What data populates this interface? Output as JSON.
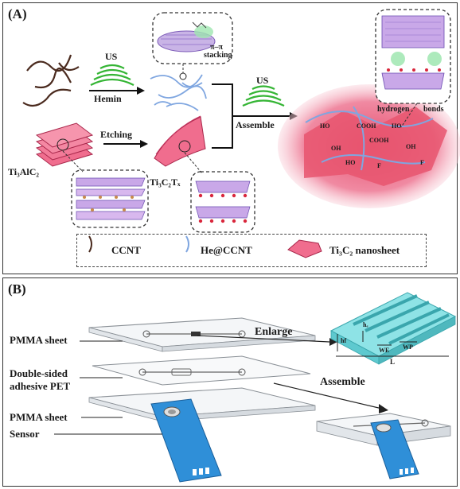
{
  "panelA": {
    "label": "(A)",
    "us_top": "US",
    "hemin": "Hemin",
    "pi_stacking_line1": "π–π",
    "pi_stacking_line2": "stacking",
    "etching": "Etching",
    "ti3alc2": "Ti₃AlC₂",
    "ti3c2tx": "Ti₃C₂Tₓ",
    "us_assemble": "US",
    "assemble": "Assemble",
    "hydrogen": "hydrogen",
    "bonds": "bonds",
    "legend": {
      "ccnt": "CCNT",
      "heccnt": "He@CCNT",
      "ti3c2": "Ti₃C₂ nanosheet"
    },
    "groups": [
      "HO",
      "OH",
      "COOH",
      "HO",
      "F",
      "HO",
      "OH",
      "COOH",
      "F"
    ],
    "colors": {
      "ccnt": "#4a2a1e",
      "heccnt": "#7fa6e0",
      "mxene": "#e0476b",
      "us": "#35b535"
    }
  },
  "panelB": {
    "label": "(B)",
    "pmma_top": "PMMA sheet",
    "dsa_line1": "Double-sided",
    "dsa_line2": "adhesive PET",
    "pmma_bottom": "PMMA sheet",
    "sensor": "Sensor",
    "enlarge": "Enlarge",
    "assemble": "Assemble",
    "dims": {
      "he": "hₑ",
      "hf": "hf",
      "we": "WE",
      "wp": "WP",
      "l": "L"
    },
    "colors": {
      "sensor": "#2f8fd8",
      "electrode": "#7fe3e6"
    }
  }
}
